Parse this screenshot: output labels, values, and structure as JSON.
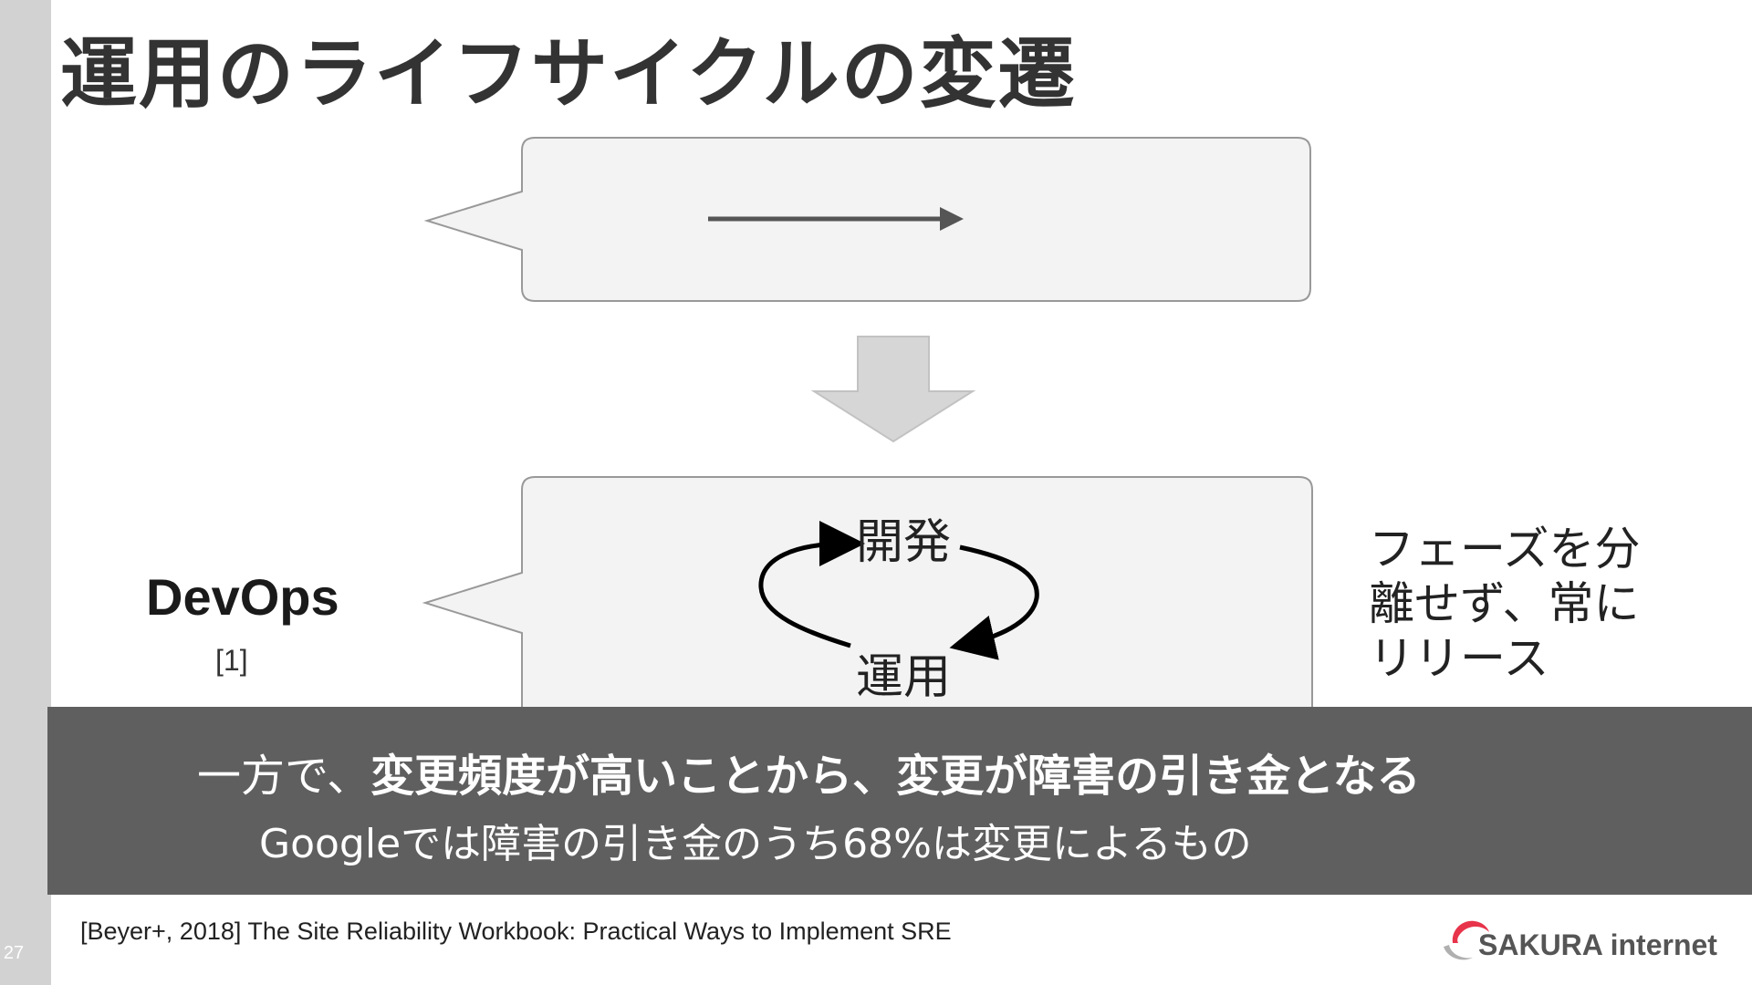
{
  "slide": {
    "title": "運用のライフサイクルの変遷",
    "page_number": "27"
  },
  "diagram": {
    "devops_label": "DevOps",
    "devops_ref": "[1]",
    "cycle_top": "開発",
    "cycle_bottom": "運用",
    "side_note": [
      "フェーズを分",
      "離せず、常に",
      "リリース"
    ]
  },
  "banner": {
    "line1_prefix": "一方で、",
    "line1_bold": "変更頻度が高いことから、変更が障害の引き金となる",
    "line2": "Googleでは障害の引き金のうち68%は変更によるもの"
  },
  "footnote": "[Beyer+, 2018] The Site Reliability Workbook: Practical Ways to Implement SRE",
  "logo": {
    "text": "SAKURA internet",
    "icon": "sakura-logo-icon"
  },
  "colors": {
    "left_bar": "#d2d2d2",
    "callout_fill": "#f3f3f3",
    "callout_stroke": "#999999",
    "banner": "#5f5f5f",
    "logo_accent": "#e8344b"
  }
}
